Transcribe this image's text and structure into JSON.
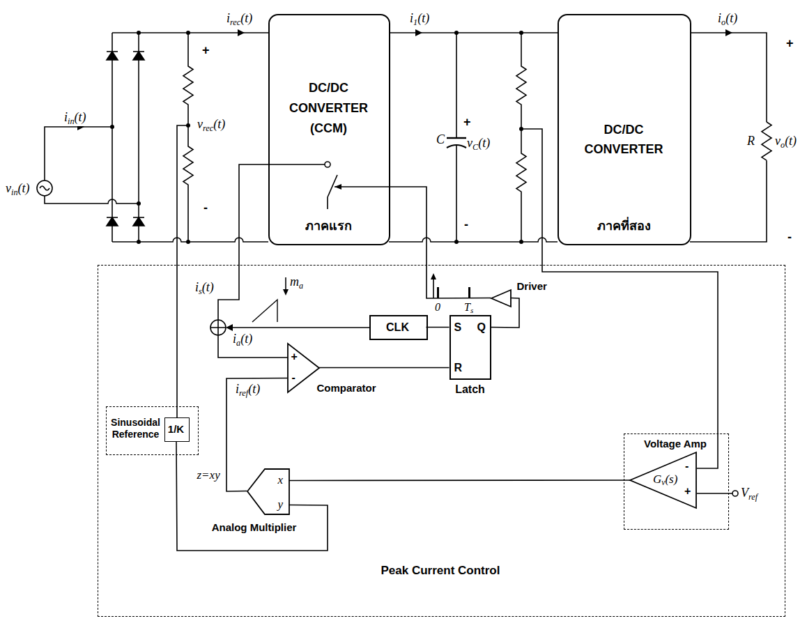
{
  "diagram": {
    "nodes": [
      {
        "text": [
          "DC/DC CONVERTER (CCM)",
          "ภาคแรก"
        ]
      },
      {
        "text": [
          "DC/DC CONVERTER",
          "ภาคที่สอง"
        ]
      },
      {
        "text": [
          "Peak Current Control"
        ]
      },
      {
        "text": [
          "CLK"
        ],
        "in": 2
      },
      {
        "text": [
          "Driver"
        ],
        "in": 2
      },
      {
        "text": [
          "S",
          "Q",
          "R",
          "Latch"
        ],
        "in": 2
      },
      {
        "text": [
          "+",
          "-",
          "Comparator"
        ],
        "in": 2
      },
      {
        "text": [
          "Sinusoidal Reference"
        ],
        "in": 2
      },
      {
        "text": [
          "1/K"
        ],
        "in": 7
      },
      {
        "text": [
          "Voltage Amp"
        ],
        "in": 2
      },
      {
        "text": [
          "-",
          "Gv(s)",
          "+"
        ],
        "in": 9
      },
      {
        "text": [
          "z=xy",
          "x",
          "y",
          "Analog Multiplier"
        ],
        "in": 2
      }
    ],
    "edges": [
      {
        "from": 3,
        "to": 5,
        "arrow": "none"
      },
      {
        "from": 6,
        "to": 5,
        "arrow": "none"
      },
      {
        "from": 5,
        "to": 4,
        "arrow": "none"
      },
      {
        "from": 4,
        "to": 0,
        "arrow": "to"
      },
      {
        "from": 11,
        "to": 6,
        "arrow": "none"
      },
      {
        "from": 10,
        "to": 11,
        "arrow": "none"
      },
      {
        "from": 8,
        "to": 11,
        "arrow": "none"
      }
    ],
    "labels": [
      "iin(t)",
      "vin(t)",
      "irec(t)",
      "+",
      "vrec(t)",
      "-",
      "i1(t)",
      "C",
      "+",
      "vC(t)",
      "-",
      "io(t)",
      "R",
      "+",
      "vo(t)",
      "-",
      "is(t)",
      "ma",
      "ia(t)",
      "0",
      "Ts",
      "iref(t)",
      "Vref"
    ]
  }
}
